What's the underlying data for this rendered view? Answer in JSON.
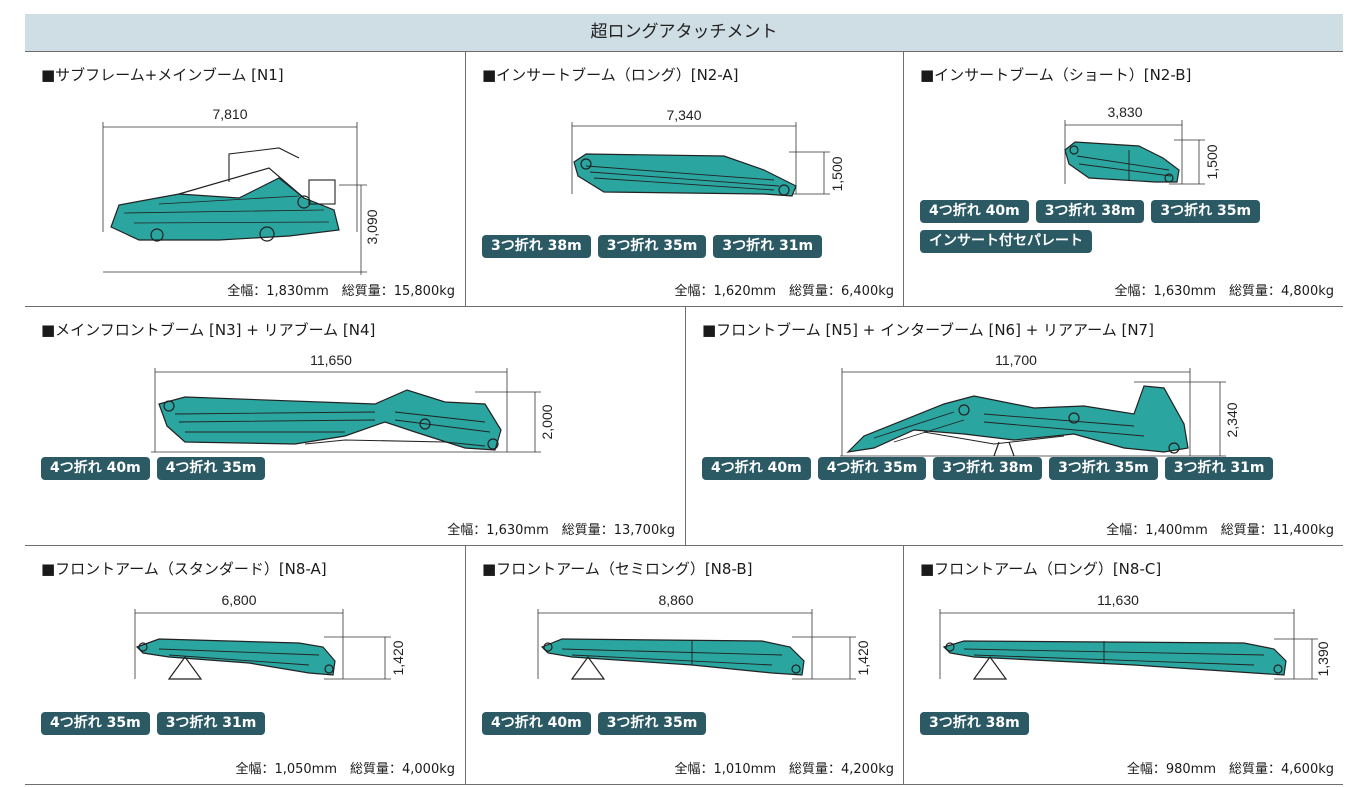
{
  "title": "超ロングアタッチメント",
  "colors": {
    "header_bg": "#cfdde4",
    "tag_bg": "#2b5a65",
    "machine": "#2aa5a0"
  },
  "cells": [
    {
      "title": "■サブフレーム+メインブーム [N1]",
      "width": "7,810",
      "height": "3,090",
      "tags": [],
      "spec": "全幅：1,830mm　総質量：15,800kg"
    },
    {
      "title": "■インサートブーム（ロング）[N2-A]",
      "width": "7,340",
      "height": "1,500",
      "tags": [
        "3つ折れ 38m",
        "3つ折れ 35m",
        "3つ折れ 31m"
      ],
      "spec": "全幅：1,620mm　総質量：6,400kg"
    },
    {
      "title": "■インサートブーム（ショート）[N2-B]",
      "width": "3,830",
      "height": "1,500",
      "tags": [
        "4つ折れ 40m",
        "3つ折れ 38m",
        "3つ折れ 35m",
        "インサート付セパレート"
      ],
      "spec": "全幅：1,630mm　総質量：4,800kg"
    },
    {
      "title": "■メインフロントブーム [N3] + リアブーム [N4]",
      "width": "11,650",
      "height": "2,000",
      "tags": [
        "4つ折れ 40m",
        "4つ折れ 35m"
      ],
      "spec": "全幅：1,630mm　総質量：13,700kg"
    },
    {
      "title": "■フロントブーム [N5] + インターブーム [N6] + リアアーム [N7]",
      "width": "11,700",
      "height": "2,340",
      "tags": [
        "4つ折れ 40m",
        "4つ折れ 35m",
        "3つ折れ 38m",
        "3つ折れ 35m",
        "3つ折れ 31m"
      ],
      "spec": "全幅：1,400mm　総質量：11,400kg"
    },
    {
      "title": "■フロントアーム（スタンダード）[N8-A]",
      "width": "6,800",
      "height": "1,420",
      "tags": [
        "4つ折れ 35m",
        "3つ折れ 31m"
      ],
      "spec": "全幅：1,050mm　総質量：4,000kg"
    },
    {
      "title": "■フロントアーム（セミロング）[N8-B]",
      "width": "8,860",
      "height": "1,420",
      "tags": [
        "4つ折れ 40m",
        "3つ折れ 35m"
      ],
      "spec": "全幅：1,010mm　総質量：4,200kg"
    },
    {
      "title": "■フロントアーム（ロング）[N8-C]",
      "width": "11,630",
      "height": "1,390",
      "tags": [
        "3つ折れ 38m"
      ],
      "spec": "全幅：980mm　総質量：4,600kg"
    }
  ]
}
